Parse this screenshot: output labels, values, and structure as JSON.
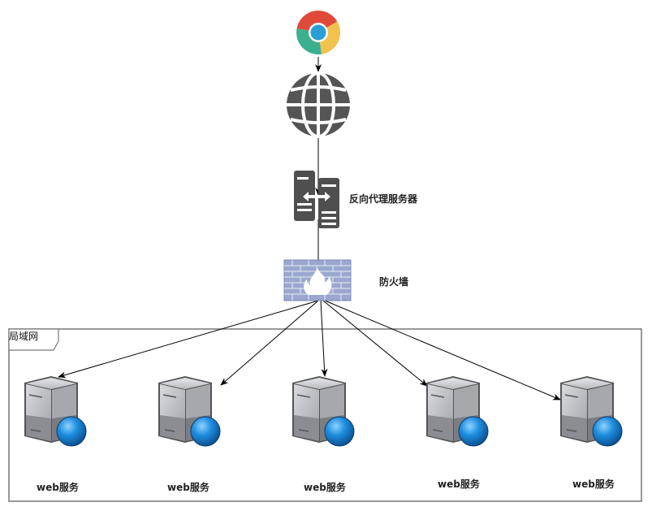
{
  "nodes": {
    "browser": {
      "icon": "chrome-icon"
    },
    "internet": {
      "icon": "globe-icon"
    },
    "proxy": {
      "label": "反向代理服务器",
      "icon": "reverse-proxy-server-icon"
    },
    "firewall": {
      "label": "防火墙",
      "icon": "firewall-icon"
    }
  },
  "zone": {
    "label": "局域网"
  },
  "web_servers": [
    {
      "label": "web服务"
    },
    {
      "label": "web服务"
    },
    {
      "label": "web服务"
    },
    {
      "label": "web服务"
    },
    {
      "label": "web服务"
    }
  ],
  "colors": {
    "chrome_red": "#e04a3a",
    "chrome_yellow": "#f2c14e",
    "chrome_green": "#3bb08f",
    "chrome_blue": "#2a9fd6",
    "icon_dark": "#555555",
    "firewall_blue": "#9aa8cf",
    "globe_ball": "#1e88d4"
  }
}
